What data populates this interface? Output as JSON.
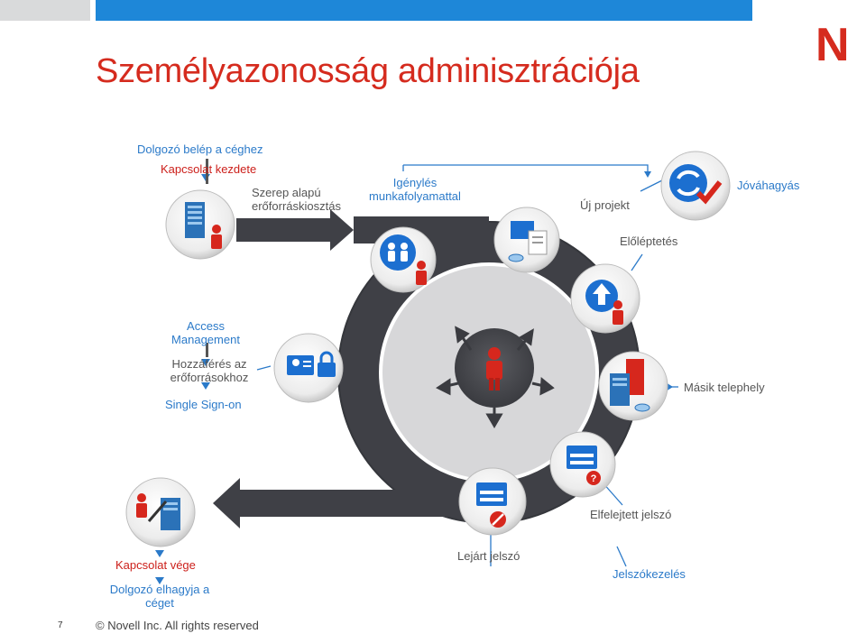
{
  "title": "Személyazonosság adminisztrációja",
  "logo": "N",
  "colors": {
    "accent_red": "#d52b1e",
    "brand_blue": "#1e87d8",
    "label_blue": "#2b7ac9",
    "ring_dark": "#3f4046"
  },
  "labels": {
    "dolgozo_belep": "Dolgozó belép a céghez",
    "kapcsolat_kezdete": "Kapcsolat kezdete",
    "szerep_alapu_1": "Szerep alapú",
    "szerep_alapu_2": "erőforráskiosztás",
    "igenyles_1": "Igénylés",
    "igenyles_2": "munkafolyamattal",
    "uj_projekt": "Új projekt",
    "jovahagyas": "Jóváhagyás",
    "eloleptetes": "Előléptetés",
    "access_1": "Access",
    "access_2": "Management",
    "hozzaferes_1": "Hozzáférés az",
    "hozzaferes_2": "erőforrásokhoz",
    "single_sign_on": "Single Sign-on",
    "masik_telephely": "Másik telephely",
    "elfelejtett_jelszo": "Elfelejtett jelszó",
    "kapcsolat_vege": "Kapcsolat vége",
    "dolgozo_elhagyja_1": "Dolgozó elhagyja a",
    "dolgozo_elhagyja_2": "céget",
    "lejart_jelszo": "Lejárt jelszó",
    "jelszokezeles": "Jelszókezelés"
  },
  "footer": {
    "page_number": "7",
    "copyright": "©  Novell Inc.  All rights reserved"
  }
}
